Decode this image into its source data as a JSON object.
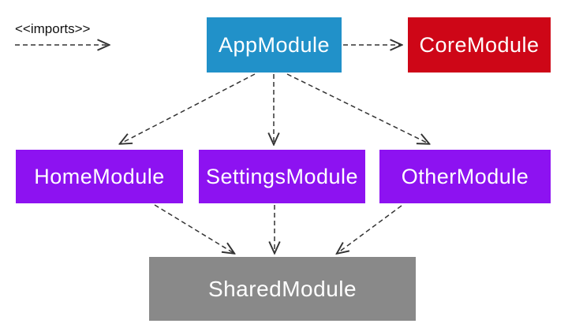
{
  "diagram": {
    "title": "module-imports-diagram",
    "legend": {
      "label": "<<imports>>",
      "relation": "imports",
      "line_style": "dashed-open-arrow"
    },
    "nodes": {
      "app": {
        "label": "AppModule",
        "color": "#2191c9"
      },
      "core": {
        "label": "CoreModule",
        "color": "#ce0617"
      },
      "home": {
        "label": "HomeModule",
        "color": "#8d12f1"
      },
      "settings": {
        "label": "SettingsModule",
        "color": "#8d12f1"
      },
      "other": {
        "label": "OtherModule",
        "color": "#8d12f1"
      },
      "shared": {
        "label": "SharedModule",
        "color": "#898989"
      }
    },
    "edges": [
      {
        "from": "AppModule",
        "to": "CoreModule",
        "relation": "imports"
      },
      {
        "from": "AppModule",
        "to": "HomeModule",
        "relation": "imports"
      },
      {
        "from": "AppModule",
        "to": "SettingsModule",
        "relation": "imports"
      },
      {
        "from": "AppModule",
        "to": "OtherModule",
        "relation": "imports"
      },
      {
        "from": "HomeModule",
        "to": "SharedModule",
        "relation": "imports"
      },
      {
        "from": "SettingsModule",
        "to": "SharedModule",
        "relation": "imports"
      },
      {
        "from": "OtherModule",
        "to": "SharedModule",
        "relation": "imports"
      }
    ],
    "colors": {
      "edge": "#333333",
      "background": "#ffffff",
      "node_text": "#ffffff"
    }
  }
}
